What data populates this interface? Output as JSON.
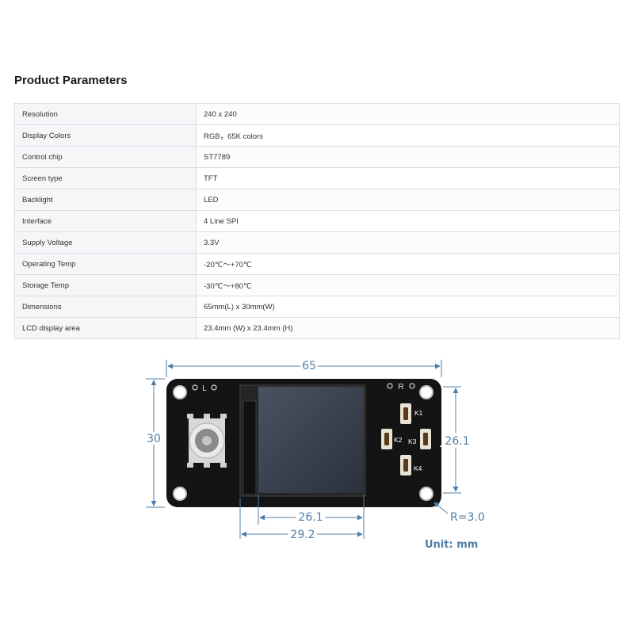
{
  "section": {
    "title": "Product Parameters"
  },
  "parameters": [
    {
      "label": "Resolution",
      "value": "240 x 240"
    },
    {
      "label": "Display Colors",
      "value": "RGB，65K colors"
    },
    {
      "label": "Control chip",
      "value": "ST7789"
    },
    {
      "label": "Screen type",
      "value": "TFT"
    },
    {
      "label": "Backlight",
      "value": "LED"
    },
    {
      "label": "Interface",
      "value": "4 Line SPI"
    },
    {
      "label": "Supply Voltage",
      "value": "3.3V"
    },
    {
      "label": "Operating Temp",
      "value": "-20℃～+70℃"
    },
    {
      "label": "Storage Temp",
      "value": "-30℃～+80℃"
    },
    {
      "label": "Dimensions",
      "value": "65mm(L) x 30mm(W)"
    },
    {
      "label": "LCD display area",
      "value": "23.4mm (W) x 23.4mm (H)"
    }
  ],
  "diagram": {
    "width_label": "65",
    "height_label": "30",
    "screen_height_label": "26.1",
    "screen_width_label": "26.1",
    "module_width_label": "29.2",
    "radius_label": "R=3.0",
    "unit_label": "Unit:  mm",
    "silk_left": "L",
    "silk_right": "R",
    "keys": [
      "K1",
      "K2",
      "K3",
      "K4"
    ],
    "colors": {
      "dimension": "#4f7fa8",
      "pcb": "#141414",
      "screen": "#3a4150",
      "button_base": "#e9e3d6",
      "button_cap": "#5a3a18"
    }
  }
}
